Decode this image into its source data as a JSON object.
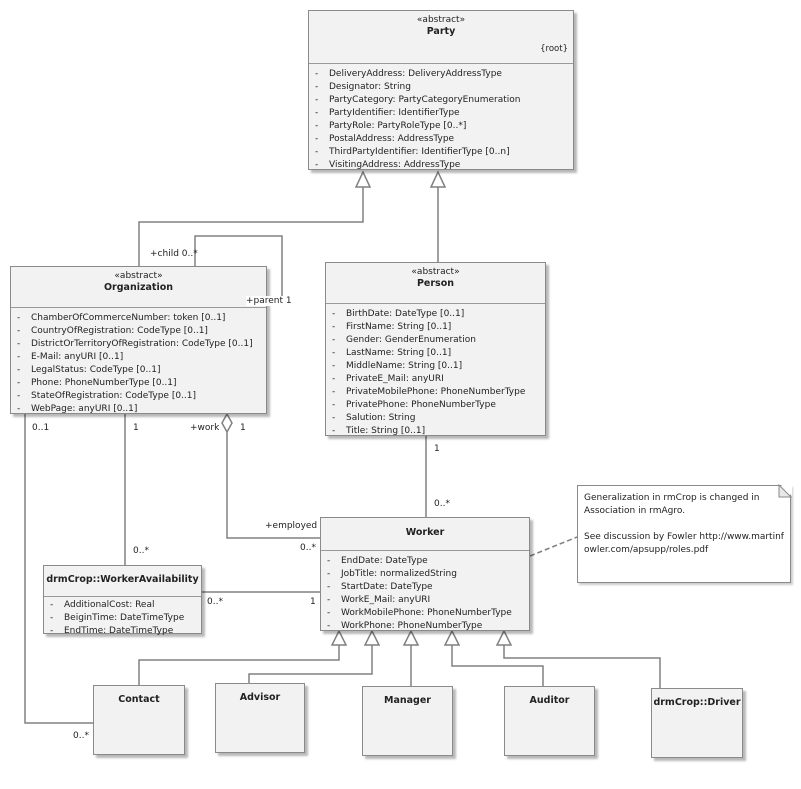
{
  "party": {
    "stereotype": "«abstract»",
    "name": "Party",
    "tag": "{root}",
    "attrs": [
      "DeliveryAddress: DeliveryAddressType",
      "Designator: String",
      "PartyCategory: PartyCategoryEnumeration",
      "PartyIdentifier: IdentifierType",
      "PartyRole: PartyRoleType [0..*]",
      "PostalAddress: AddressType",
      "ThirdPartyIdentifier: IdentifierType [0..n]",
      "VisitingAddress: AddressType"
    ]
  },
  "organization": {
    "stereotype": "«abstract»",
    "name": "Organization",
    "attrs": [
      "ChamberOfCommerceNumber: token [0..1]",
      "CountryOfRegistration: CodeType [0..1]",
      "DistrictOrTerritoryOfRegistration: CodeType [0..1]",
      "E-Mail: anyURI [0..1]",
      "LegalStatus: CodeType [0..1]",
      "Phone: PhoneNumberType [0..1]",
      "StateOfRegistration: CodeType [0..1]",
      "WebPage: anyURI [0..1]"
    ]
  },
  "person": {
    "stereotype": "«abstract»",
    "name": "Person",
    "attrs": [
      "BirthDate: DateType [0..1]",
      "FirstName: String [0..1]",
      "Gender: GenderEnumeration",
      "LastName: String [0..1]",
      "MiddleName: String [0..1]",
      "PrivateE_Mail: anyURI",
      "PrivateMobilePhone: PhoneNumberType",
      "PrivatePhone: PhoneNumberType",
      "Salution: String",
      "Title: String [0..1]"
    ]
  },
  "worker": {
    "name": "Worker",
    "attrs": [
      "EndDate: DateType",
      "JobTitle: normalizedString",
      "StartDate: DateType",
      "WorkE_Mail: anyURI",
      "WorkMobilePhone: PhoneNumberType",
      "WorkPhone: PhoneNumberType"
    ]
  },
  "availability": {
    "name": "drmCrop::WorkerAvailability",
    "attrs": [
      "AdditionalCost: Real",
      "BeiginTime: DateTimeType",
      "EndTime: DateTimeType"
    ]
  },
  "leaves": {
    "contact": "Contact",
    "advisor": "Advisor",
    "manager": "Manager",
    "auditor": "Auditor",
    "driver": "drmCrop::Driver"
  },
  "note": {
    "para1": "Generalization in rmCrop is changed in Association in rmAgro.",
    "para2": "See discussion by Fowler http://www.martinfowler.com/apsupp/roles.pdf"
  },
  "labels": {
    "child": "+child 0..*",
    "parent": "+parent 1",
    "org_contact_mult": "0..1",
    "org_avail_mult": "1",
    "work_role": "+work",
    "work_mult": "1",
    "person_mult": "1",
    "worker_person_mult": "0..*",
    "avail_org_mult": "0..*",
    "employed_role": "+employed",
    "employed_mult": "0..*",
    "avail_worker_mult": "0..*",
    "worker_avail_mult": "1",
    "contact_mult": "0..*"
  },
  "attr_dash": "-"
}
